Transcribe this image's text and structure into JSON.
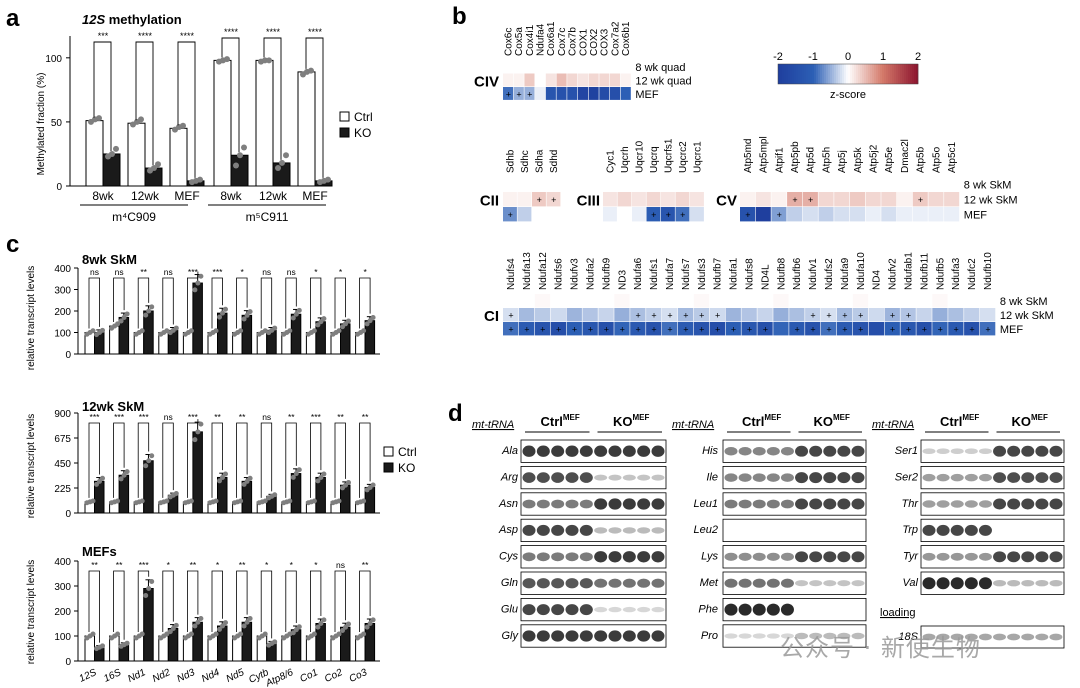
{
  "panel_letters": {
    "a": "a",
    "b": "b",
    "c": "c",
    "d": "d"
  },
  "colors": {
    "ctrl": "#ffffff",
    "ko": "#1a1a1a",
    "dot": "#7f7f7f",
    "heat_neg": "#1f3f9e",
    "heat_pos": "#8e1630",
    "heat_mid": "#ffffff",
    "blot_band": "#2a2a2a"
  },
  "panel_a": {
    "title_italic": "12S",
    "title_rest": " methylation",
    "ylabel": "Methylated fraction (%)",
    "yticks": [
      "0",
      "50",
      "100"
    ],
    "legend": {
      "ctrl": "Ctrl",
      "ko": "KO"
    },
    "groups": [
      "m⁴C909",
      "m⁵C911"
    ],
    "categories": [
      "8wk",
      "12wk",
      "MEF",
      "8wk",
      "12wk",
      "MEF"
    ],
    "sig": [
      "***",
      "****",
      "****",
      "****",
      "****",
      "****"
    ]
  },
  "chart_data": [
    {
      "type": "bar",
      "title": "12S methylation",
      "ylabel": "Methylated fraction (%)",
      "ylim": [
        0,
        110
      ],
      "categories": [
        "m4C909 8wk",
        "m4C909 12wk",
        "m4C909 MEF",
        "m5C911 8wk",
        "m5C911 12wk",
        "m5C911 MEF"
      ],
      "series": [
        {
          "name": "Ctrl",
          "values": [
            51,
            49,
            45,
            98,
            98,
            89
          ]
        },
        {
          "name": "KO",
          "values": [
            25,
            14,
            4,
            24,
            18,
            4
          ]
        }
      ]
    },
    {
      "type": "bar",
      "title": "8wk SkM",
      "ylabel": "relative transcript levels",
      "ylim": [
        0,
        400
      ],
      "categories": [
        "12S",
        "16S",
        "Nd1",
        "Nd2",
        "Nd3",
        "Nd4",
        "Nd5",
        "Cytb",
        "Atp8/6",
        "Co1",
        "Co2",
        "Co3"
      ],
      "series": [
        {
          "name": "Ctrl",
          "values": [
            100,
            130,
            100,
            100,
            100,
            100,
            100,
            100,
            100,
            100,
            100,
            100
          ]
        },
        {
          "name": "KO",
          "values": [
            100,
            170,
            200,
            110,
            330,
            190,
            180,
            110,
            185,
            150,
            140,
            155
          ]
        }
      ]
    },
    {
      "type": "bar",
      "title": "12wk SkM",
      "ylabel": "relative transcript levels",
      "ylim": [
        0,
        900
      ],
      "categories": [
        "12S",
        "16S",
        "Nd1",
        "Nd2",
        "Nd3",
        "Nd4",
        "Nd5",
        "Cytb",
        "Atp8/6",
        "Co1",
        "Co2",
        "Co3"
      ],
      "series": [
        {
          "name": "Ctrl",
          "values": [
            100,
            100,
            100,
            100,
            100,
            100,
            100,
            100,
            100,
            100,
            100,
            100
          ]
        },
        {
          "name": "KO",
          "values": [
            285,
            340,
            470,
            160,
            730,
            320,
            285,
            150,
            355,
            320,
            250,
            230
          ]
        }
      ]
    },
    {
      "type": "bar",
      "title": "MEFs",
      "ylabel": "relative transcript levels",
      "ylim": [
        0,
        400
      ],
      "categories": [
        "12S",
        "16S",
        "Nd1",
        "Nd2",
        "Nd3",
        "Nd4",
        "Nd5",
        "Cytb",
        "Atp8/6",
        "Co1",
        "Co2",
        "Co3"
      ],
      "series": [
        {
          "name": "Ctrl",
          "values": [
            100,
            100,
            100,
            100,
            100,
            100,
            100,
            100,
            100,
            100,
            100,
            100
          ]
        },
        {
          "name": "KO",
          "values": [
            55,
            65,
            290,
            130,
            155,
            140,
            155,
            70,
            125,
            150,
            135,
            150
          ]
        }
      ]
    },
    {
      "type": "heatmap",
      "title": "",
      "colorbar": {
        "label": "z-score",
        "range": [
          -2,
          2
        ],
        "ticks": [
          "-2",
          "-1",
          "0",
          "1",
          "2"
        ]
      },
      "blocks": [
        {
          "name": "CIV",
          "rows": [
            "8 wk quad",
            "12 wk quad",
            "MEF"
          ],
          "cols": [
            "Cox6c",
            "Cox5a",
            "Cox4i1",
            "Ndufa4",
            "Cox6a1",
            "Cox7c",
            "Cox7b",
            "COX1",
            "COX2",
            "COX3",
            "Cox7a2",
            "Cox6b1"
          ],
          "values": [
            [
              0,
              0,
              0,
              0,
              0,
              0,
              0,
              0,
              0,
              0,
              0,
              0
            ],
            [
              0.1,
              0.1,
              0.4,
              0,
              0.2,
              0.5,
              0.3,
              0.2,
              0.3,
              0.3,
              0.3,
              0.1
            ],
            [
              -0.9,
              -0.5,
              -0.5,
              -0.1,
              -1.3,
              -1.4,
              -1.4,
              -1.8,
              -1.9,
              -1.6,
              -1.5,
              -1.0
            ]
          ],
          "plus": [
            [
              2,
              0
            ],
            [
              2,
              1
            ],
            [
              2,
              2
            ]
          ]
        },
        {
          "name": "CII",
          "rows": [
            "8 wk SkM",
            "12 wk SkM",
            "MEF"
          ],
          "cols": [
            "Sdhb",
            "Sdhc",
            "Sdha",
            "Sdhd"
          ],
          "values": [
            [
              0,
              0,
              0,
              0
            ],
            [
              0.1,
              0.1,
              0.4,
              0.3
            ],
            [
              -0.7,
              -0.3,
              0,
              0
            ]
          ],
          "plus": [
            [
              1,
              2
            ],
            [
              1,
              3
            ],
            [
              2,
              0
            ]
          ]
        },
        {
          "name": "CIII",
          "rows": [
            "8 wk SkM",
            "12 wk SkM",
            "MEF"
          ],
          "cols": [
            "Cyc1",
            "Uqcrh",
            "Uqcr10",
            "Uqcrq",
            "Uqcrfs1",
            "Uqcrc2",
            "Uqcrc1"
          ],
          "values": [
            [
              0,
              0,
              0,
              0,
              0,
              0,
              0
            ],
            [
              0.2,
              0.3,
              0.2,
              0.3,
              0.2,
              0.3,
              0.2
            ],
            [
              -0.1,
              0,
              -0.1,
              -1.1,
              -1.3,
              -0.9,
              -0.2
            ]
          ],
          "plus": [
            [
              2,
              3
            ],
            [
              2,
              4
            ],
            [
              2,
              5
            ]
          ]
        },
        {
          "name": "CV",
          "rows": [
            "8 wk SkM",
            "12 wk SkM",
            "MEF"
          ],
          "cols": [
            "Atp5md",
            "Atp5mpl",
            "Atpif1",
            "Atp5pb",
            "Atp5d",
            "Atp5h",
            "Atp5j",
            "Atp5k",
            "Atp5j2",
            "Atp5e",
            "Dmac2l",
            "Atp5b",
            "Atp5o",
            "Atp5c1"
          ],
          "values": [
            [
              0,
              0,
              0,
              0,
              0,
              0,
              0,
              0,
              0,
              0,
              0,
              0,
              0,
              0
            ],
            [
              0.1,
              0.2,
              0.1,
              0.6,
              0.6,
              0.3,
              0.3,
              0.4,
              0.3,
              0.3,
              0.1,
              0.4,
              0.3,
              0.3
            ],
            [
              -1.4,
              -2.0,
              -0.6,
              -0.3,
              -0.2,
              -0.3,
              -0.2,
              -0.2,
              -0.1,
              -0.2,
              -0.1,
              -0.1,
              -0.1,
              -0.1
            ]
          ],
          "plus": [
            [
              1,
              3
            ],
            [
              1,
              4
            ],
            [
              1,
              11
            ],
            [
              2,
              0
            ],
            [
              2,
              2
            ]
          ]
        },
        {
          "name": "CI",
          "rows": [
            "8 wk SkM",
            "12 wk SkM",
            "MEF"
          ],
          "cols": [
            "Ndufs4",
            "Ndufa13",
            "Ndufa12",
            "Ndufs6",
            "Ndufv3",
            "Ndufa2",
            "Ndufb9",
            "ND3",
            "Ndufa6",
            "Ndufs1",
            "Ndufa7",
            "Ndufs7",
            "Ndufs3",
            "Ndufb7",
            "Ndufa1",
            "Ndufs8",
            "ND4L",
            "Ndufb8",
            "Ndufb6",
            "Ndufv1",
            "Ndufs2",
            "Ndufa9",
            "Ndufa10",
            "ND4",
            "Ndufv2",
            "Ndufab1",
            "Ndufb11",
            "Ndufb5",
            "Ndufa3",
            "Ndufc2",
            "Ndufb10"
          ],
          "values": "z-scores near 0 for 8 wk SkM; mildly negative for 12 wk SkM; negative (-0.8 to -1.6) for MEF"
        }
      ]
    }
  ],
  "panel_b": {
    "civ": {
      "label": "CIV",
      "cols": [
        "Cox6c",
        "Cox5a",
        "Cox4i1",
        "Ndufa4",
        "Cox6a1",
        "Cox7c",
        "Cox7b",
        "COX1",
        "COX2",
        "COX3",
        "Cox7a2",
        "Cox6b1"
      ],
      "rows": [
        "8 wk quad",
        "12 wk quad",
        "MEF"
      ]
    },
    "cii": {
      "label": "CII",
      "cols": [
        "Sdhb",
        "Sdhc",
        "Sdha",
        "Sdhd"
      ]
    },
    "ciii": {
      "label": "CIII",
      "cols": [
        "Cyc1",
        "Uqcrh",
        "Uqcr10",
        "Uqcrq",
        "Uqcrfs1",
        "Uqcrc2",
        "Uqcrc1"
      ]
    },
    "cv": {
      "label": "CV",
      "cols": [
        "Atp5md",
        "Atp5mpl",
        "Atpif1",
        "Atp5pb",
        "Atp5d",
        "Atp5h",
        "Atp5j",
        "Atp5k",
        "Atp5j2",
        "Atp5e",
        "Dmac2l",
        "Atp5b",
        "Atp5o",
        "Atp5c1"
      ],
      "rows": [
        "8 wk SkM",
        "12 wk SkM",
        "MEF"
      ]
    },
    "ci": {
      "label": "CI",
      "cols": [
        "Ndufs4",
        "Ndufa13",
        "Ndufa12",
        "Ndufs6",
        "Ndufv3",
        "Ndufa2",
        "Ndufb9",
        "ND3",
        "Ndufa6",
        "Ndufs1",
        "Ndufa7",
        "Ndufs7",
        "Ndufs3",
        "Ndufb7",
        "Ndufa1",
        "Ndufs8",
        "ND4L",
        "Ndufb8",
        "Ndufb6",
        "Ndufv1",
        "Ndufs2",
        "Ndufa9",
        "Ndufa10",
        "ND4",
        "Ndufv2",
        "Ndufab1",
        "Ndufb11",
        "Ndufb5",
        "Ndufa3",
        "Ndufc2",
        "Ndufb10"
      ],
      "rows": [
        "8 wk SkM",
        "12 wk SkM",
        "MEF"
      ]
    },
    "colorbar": {
      "label": "z-score",
      "ticks": [
        "-2",
        "-1",
        "0",
        "1",
        "2"
      ]
    }
  },
  "panel_c": {
    "ylabel": "relative transcript levels",
    "legend": {
      "ctrl": "Ctrl",
      "ko": "KO"
    },
    "genes": [
      "12S",
      "16S",
      "Nd1",
      "Nd2",
      "Nd3",
      "Nd4",
      "Nd5",
      "Cytb",
      "Atp8/6",
      "Co1",
      "Co2",
      "Co3"
    ],
    "sub": [
      {
        "title": "8wk SkM",
        "yticks": [
          "0",
          "100",
          "200",
          "300",
          "400"
        ],
        "sig": [
          "ns",
          "ns",
          "**",
          "ns",
          "***",
          "***",
          "*",
          "ns",
          "ns",
          "*",
          "*",
          "*"
        ]
      },
      {
        "title": "12wk SkM",
        "yticks": [
          "0",
          "225",
          "450",
          "675",
          "900"
        ],
        "sig": [
          "***",
          "***",
          "***",
          "ns",
          "***",
          "**",
          "**",
          "ns",
          "**",
          "***",
          "**",
          "**"
        ]
      },
      {
        "title": "MEFs",
        "yticks": [
          "0",
          "100",
          "200",
          "300",
          "400"
        ],
        "sig": [
          "**",
          "**",
          "***",
          "*",
          "**",
          "*",
          "**",
          "*",
          "*",
          "*",
          "ns",
          "**"
        ]
      }
    ]
  },
  "panel_d": {
    "mt_trna": "mt-tRNA",
    "ctrl_label": "Ctrl",
    "ko_label": "KO",
    "sup": "MEF",
    "col1": [
      "Ala",
      "Arg",
      "Asn",
      "Asp",
      "Cys",
      "Gln",
      "Glu",
      "Gly"
    ],
    "col2": [
      "His",
      "Ile",
      "Leu1",
      "Leu2",
      "Lys",
      "Met",
      "Phe",
      "Pro"
    ],
    "col3": [
      "Ser1",
      "Ser2",
      "Thr",
      "Trp",
      "Tyr",
      "Val"
    ],
    "loading": "loading",
    "rrna": "18S",
    "blot_intensity": {
      "col1": [
        [
          0.9,
          0.9
        ],
        [
          0.8,
          0.15
        ],
        [
          0.55,
          0.9
        ],
        [
          0.85,
          0.2
        ],
        [
          0.55,
          0.9
        ],
        [
          0.75,
          0.6
        ],
        [
          0.85,
          0.05
        ],
        [
          0.9,
          0.9
        ]
      ],
      "col2": [
        [
          0.5,
          0.85
        ],
        [
          0.5,
          0.85
        ],
        [
          0.55,
          0.85
        ],
        [
          0.02,
          0.02
        ],
        [
          0.45,
          0.85
        ],
        [
          0.6,
          0.15
        ],
        [
          1.0,
          0.0
        ],
        [
          0.05,
          0.2
        ]
      ],
      "col3": [
        [
          0.1,
          0.85
        ],
        [
          0.35,
          0.8
        ],
        [
          0.35,
          0.85
        ],
        [
          0.85,
          0.0
        ],
        [
          0.4,
          0.85
        ],
        [
          1.0,
          0.2
        ]
      ],
      "rrna": [
        0.3,
        0.3
      ]
    }
  },
  "watermark": "公众号 · 新使生物"
}
